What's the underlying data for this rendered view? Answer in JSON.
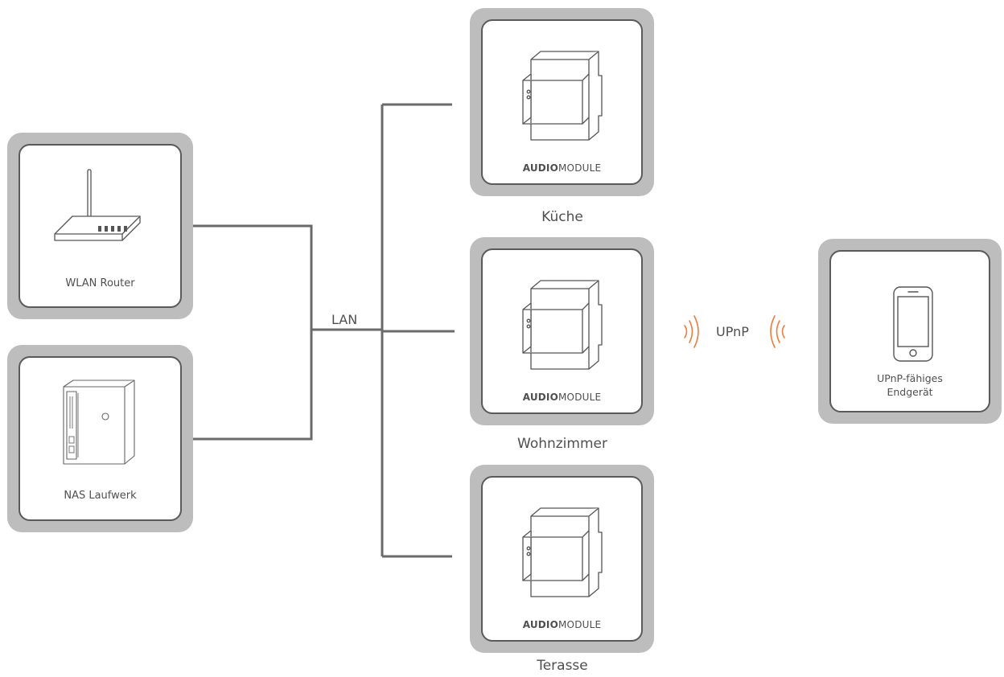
{
  "devices": {
    "router": {
      "label": "WLAN Router"
    },
    "nas": {
      "label": "NAS Laufwerk"
    },
    "endpoint": {
      "label_line1": "UPnP-fähiges",
      "label_line2": "Endgerät"
    }
  },
  "connections": {
    "lan": "LAN",
    "upnp": "UPnP"
  },
  "modules": [
    {
      "brand_bold": "AUDIO",
      "brand_rest": "MODULE",
      "room": "Küche"
    },
    {
      "brand_bold": "AUDIO",
      "brand_rest": "MODULE",
      "room": "Wohnzimmer"
    },
    {
      "brand_bold": "AUDIO",
      "brand_rest": "MODULE",
      "room": "Terasse"
    }
  ],
  "colors": {
    "tile": "#bdbdbd",
    "line": "#6a6a6a",
    "wave": "#f07a3a"
  }
}
